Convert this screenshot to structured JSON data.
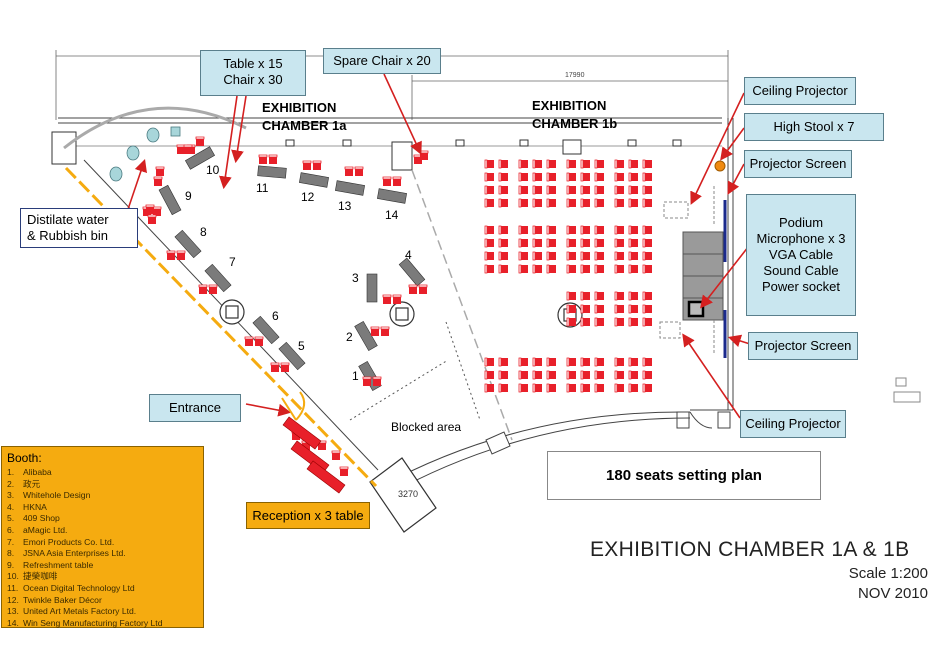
{
  "chambers": {
    "a_line1": "EXHIBITION",
    "a_line2": "CHAMBER 1a",
    "b_line1": "EXHIBITION",
    "b_line2": "CHAMBER 1b"
  },
  "dimension_top": "17990",
  "dimension_bottom": "3270",
  "blocked_area": "Blocked area",
  "callouts": {
    "table_line1": "Table x 15",
    "table_line2": "Chair x 30",
    "spare_chair": "Spare Chair x 20",
    "ceiling_projector_top": "Ceiling Projector",
    "high_stool": "High Stool x 7",
    "projector_screen_top": "Projector Screen",
    "podium": [
      "Podium",
      "Microphone x 3",
      "VGA Cable",
      "Sound Cable",
      "Power socket"
    ],
    "projector_screen_bottom": "Projector Screen",
    "ceiling_projector_bottom": "Ceiling Projector",
    "distilate_line1": "Distilate water",
    "distilate_line2": "& Rubbish bin",
    "entrance": "Entrance",
    "reception": "Reception x 3 table"
  },
  "seat_plan_label": "180 seats setting plan",
  "booth_numbers": [
    "1",
    "2",
    "3",
    "4",
    "5",
    "6",
    "7",
    "8",
    "9",
    "10",
    "11",
    "12",
    "13",
    "14"
  ],
  "booth": {
    "title": "Booth:",
    "items": [
      {
        "n": "1.",
        "name": "Alibaba"
      },
      {
        "n": "2.",
        "name": "政元"
      },
      {
        "n": "3.",
        "name": "Whitehole Design"
      },
      {
        "n": "4.",
        "name": "HKNA"
      },
      {
        "n": "5.",
        "name": "409 Shop"
      },
      {
        "n": "6.",
        "name": "aMagic Ltd."
      },
      {
        "n": "7.",
        "name": "Emori Products Co. Ltd."
      },
      {
        "n": "8.",
        "name": "JSNA Asia Enterprises Ltd."
      },
      {
        "n": "9.",
        "name": "Refreshment table"
      },
      {
        "n": "10.",
        "name": "捷榮咖啡"
      },
      {
        "n": "11.",
        "name": "Ocean Digital Technology Ltd"
      },
      {
        "n": "12.",
        "name": "Twinkle Baker Décor"
      },
      {
        "n": "13.",
        "name": "United Art Metals Factory Ltd."
      },
      {
        "n": "14.",
        "name": "Win Seng Manufacturing Factory Ltd"
      }
    ]
  },
  "plan_title": "EXHIBITION CHAMBER 1A & 1B",
  "scale": "Scale 1:200",
  "date": "NOV 2010",
  "colors": {
    "seat": "#e8202a",
    "table": "#7b7b7b",
    "callout_fill": "#c9e6ef",
    "booth_fill": "#f5ab10",
    "arrow": "#d42020",
    "wall_yellow": "#f5ab10",
    "screen": "#1b2a8c"
  }
}
